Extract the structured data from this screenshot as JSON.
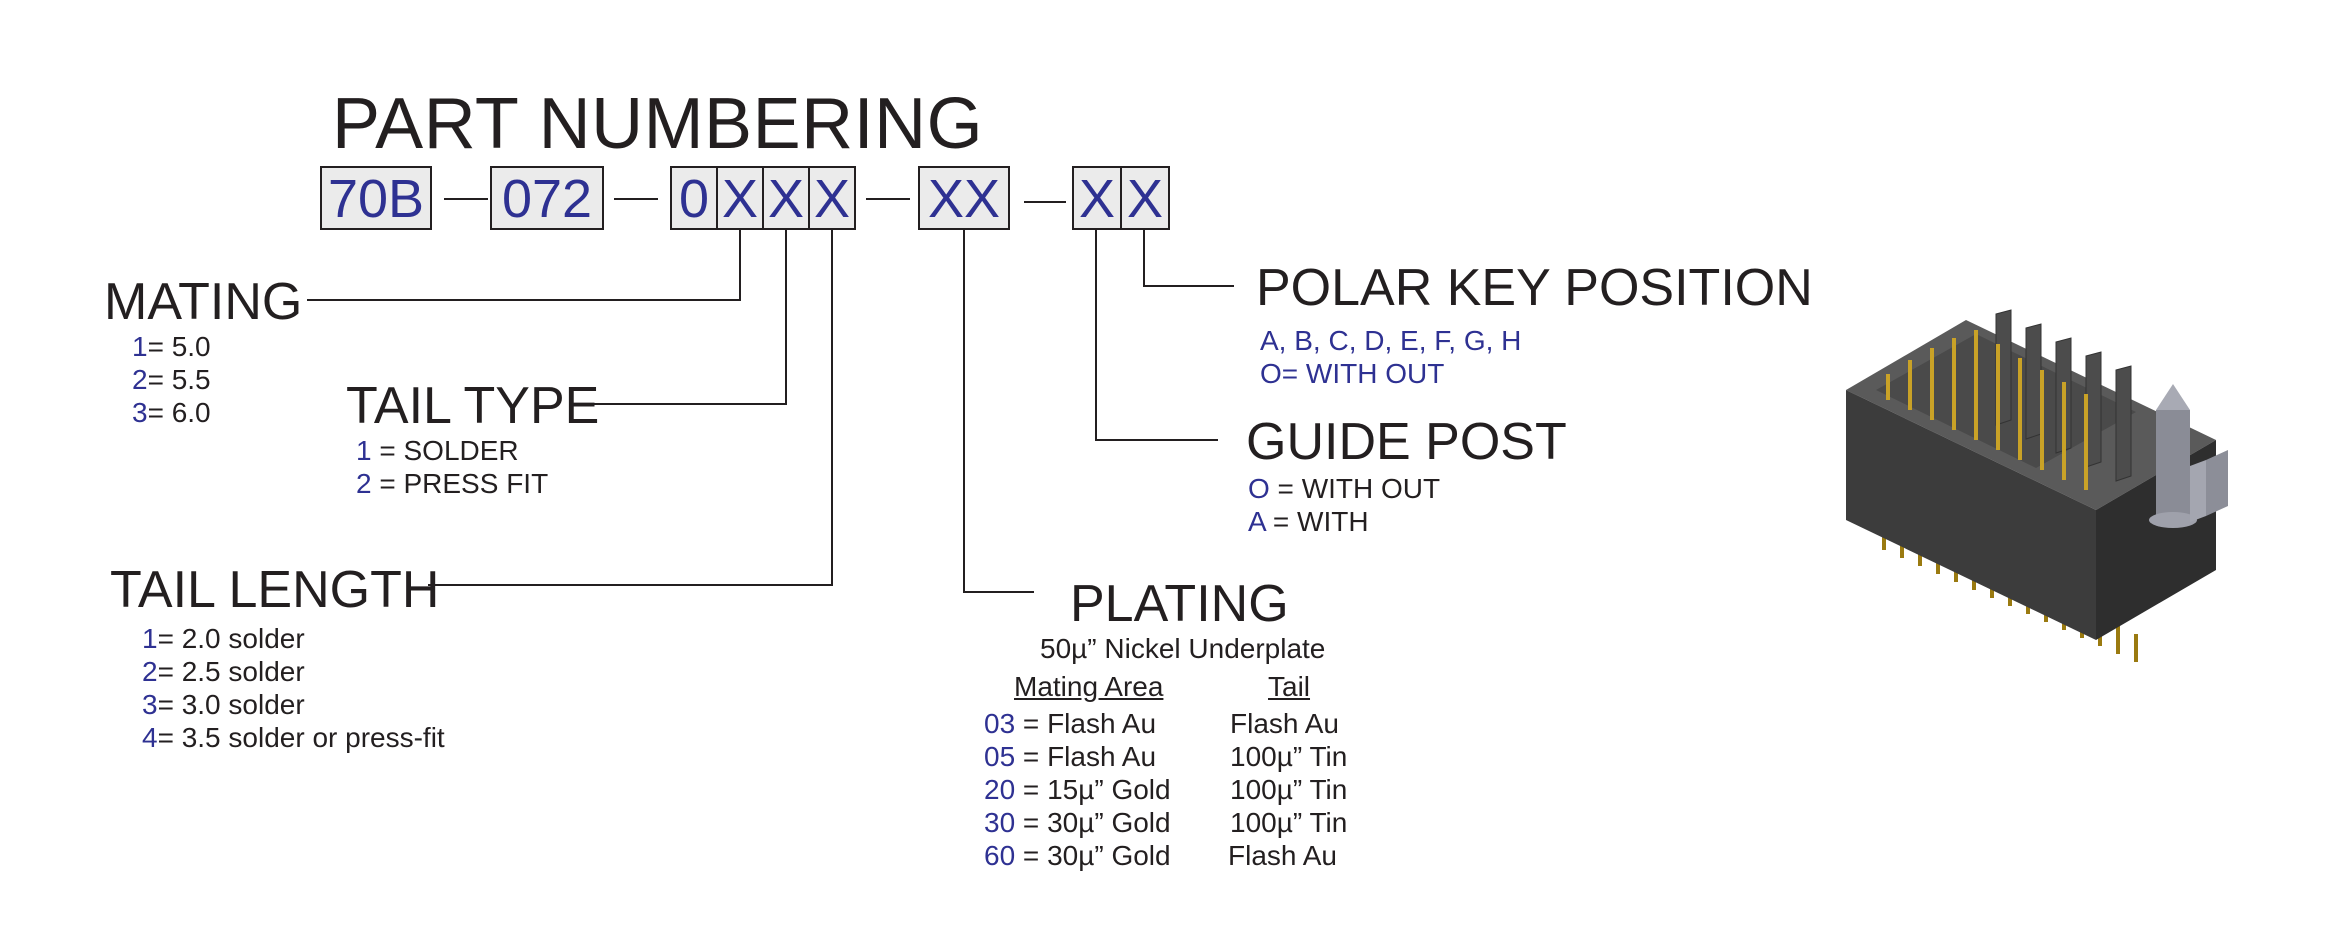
{
  "title": "PART NUMBERING",
  "part_number": {
    "segments": [
      {
        "id": "series",
        "text": "70B"
      },
      {
        "id": "positions",
        "text": "072"
      },
      {
        "id": "fixed",
        "text": "0"
      },
      {
        "id": "mating",
        "text": "X"
      },
      {
        "id": "tail-type",
        "text": "X"
      },
      {
        "id": "tail-length",
        "text": "X"
      },
      {
        "id": "plating",
        "text": "XX"
      },
      {
        "id": "guide-post",
        "text": "X"
      },
      {
        "id": "polar-key",
        "text": "X"
      }
    ]
  },
  "mating": {
    "heading": "MATING",
    "options": [
      {
        "code": "1",
        "desc": "= 5.0"
      },
      {
        "code": "2",
        "desc": "= 5.5"
      },
      {
        "code": "3",
        "desc": "= 6.0"
      }
    ]
  },
  "tail_type": {
    "heading": "TAIL TYPE",
    "options": [
      {
        "code": "1",
        "desc": " = SOLDER"
      },
      {
        "code": "2",
        "desc": " = PRESS FIT"
      }
    ]
  },
  "tail_length": {
    "heading": "TAIL LENGTH",
    "options": [
      {
        "code": "1",
        "desc": "= 2.0 solder"
      },
      {
        "code": "2",
        "desc": "= 2.5 solder"
      },
      {
        "code": "3",
        "desc": "= 3.0 solder"
      },
      {
        "code": "4",
        "desc": "= 3.5 solder or press-fit"
      }
    ]
  },
  "plating": {
    "heading": "PLATING",
    "subheading": "50µ” Nickel Underplate",
    "col_mating": "Mating Area",
    "col_tail": "Tail",
    "options": [
      {
        "code": "03",
        "mating": " = Flash Au",
        "tail": "Flash Au"
      },
      {
        "code": "05",
        "mating": " = Flash Au",
        "tail": "100µ” Tin"
      },
      {
        "code": "20",
        "mating": " = 15µ” Gold",
        "tail": "100µ” Tin"
      },
      {
        "code": "30",
        "mating": " = 30µ” Gold",
        "tail": "100µ” Tin"
      },
      {
        "code": "60",
        "mating": " = 30µ” Gold",
        "tail": "Flash Au"
      }
    ]
  },
  "guide_post": {
    "heading": "GUIDE POST",
    "options": [
      {
        "code": "O",
        "desc": " = WITH OUT"
      },
      {
        "code": "A",
        "desc": " = WITH"
      }
    ]
  },
  "polar_key": {
    "heading": "POLAR KEY POSITION",
    "line1": "A, B, C, D, E, F, G, H",
    "line2": "O= WITH OUT"
  },
  "colors": {
    "accent": "#2e3192",
    "text": "#231f20",
    "box_fill": "#ebebeb"
  }
}
